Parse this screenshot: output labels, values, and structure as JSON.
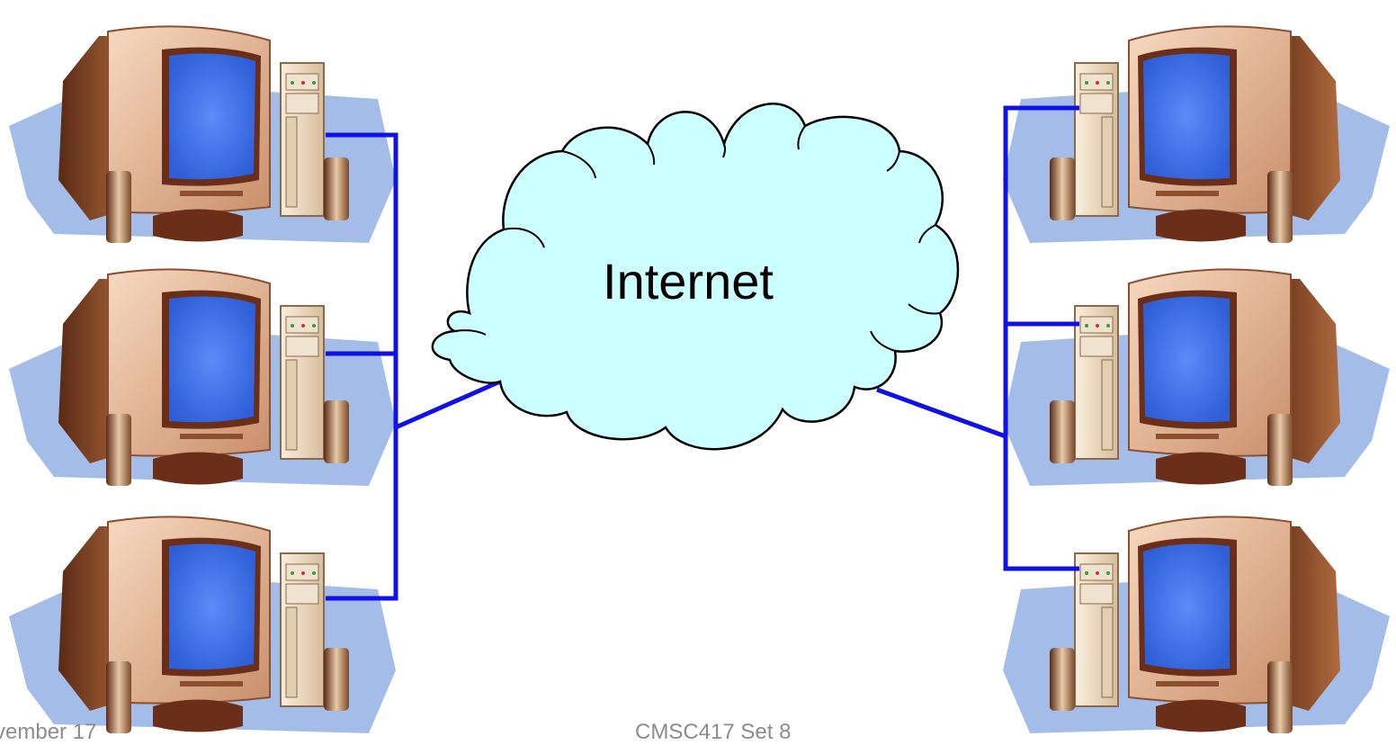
{
  "cloud": {
    "label": "Internet"
  },
  "footer": {
    "date": "vember 17",
    "course": "CMSC417 Set 8"
  },
  "colors": {
    "link": "#1010e8",
    "cloud_fill": "#ccffff",
    "cloud_stroke": "#000000",
    "shadow": "#9fb8e6",
    "screen": "#3f74ee",
    "monitor_body": "#f2c9a8",
    "monitor_dark": "#7a3c20",
    "tower": "#f0ddc2"
  }
}
